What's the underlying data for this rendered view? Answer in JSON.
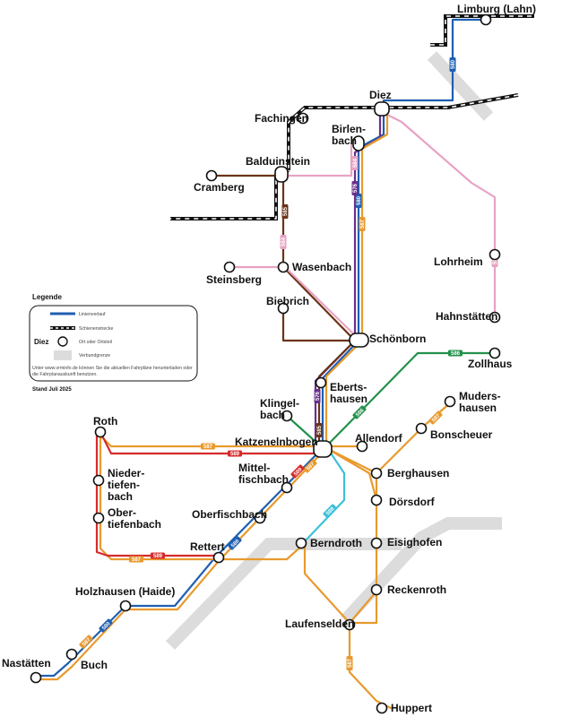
{
  "colors": {
    "grenze": "#dcdcdc",
    "l580": "#1f5fb0",
    "l584": "#e8a2c4",
    "l585": "#6b3417",
    "l586": "#23914a",
    "l587": "#e89a2e",
    "l588": "#3cc0d8",
    "l589": "#d62b2b",
    "l576": "#6a2f8a",
    "rail": "#111111"
  },
  "legend": {
    "title": "Legende",
    "items": [
      {
        "key": "linie",
        "label": "Linienverlauf"
      },
      {
        "key": "schiene",
        "label": "Schienenstrecke"
      },
      {
        "key": "ort",
        "label": "Ort oder Ortsteil",
        "prefix": "Diez"
      },
      {
        "key": "grenze",
        "label": "Verbundgrenze"
      }
    ],
    "note": [
      "Unter www.vrminfo.de können Sie die aktuellen Fahrpläne herunterladen oder",
      "die Fahrplanauskunft benutzen."
    ],
    "stand": "Stand Juli 2025"
  },
  "stations": [
    {
      "id": "limburg",
      "lines": [
        "Limburg (Lahn)"
      ]
    },
    {
      "id": "diez",
      "lines": [
        "Diez"
      ]
    },
    {
      "id": "fachingen",
      "lines": [
        "Fachingen"
      ]
    },
    {
      "id": "birlenbach",
      "lines": [
        "Birlen-",
        "bach"
      ]
    },
    {
      "id": "balduinstein",
      "lines": [
        "Balduinstein"
      ]
    },
    {
      "id": "cramberg",
      "lines": [
        "Cramberg"
      ]
    },
    {
      "id": "wasenbach",
      "lines": [
        "Wasenbach"
      ]
    },
    {
      "id": "steinsberg",
      "lines": [
        "Steinsberg"
      ]
    },
    {
      "id": "lohrheim",
      "lines": [
        "Lohrheim"
      ]
    },
    {
      "id": "biebrich",
      "lines": [
        "Biebrich"
      ]
    },
    {
      "id": "hahnstaetten",
      "lines": [
        "Hahnstätten"
      ]
    },
    {
      "id": "schoenborn",
      "lines": [
        "Schönborn"
      ]
    },
    {
      "id": "zollhaus",
      "lines": [
        "Zollhaus"
      ]
    },
    {
      "id": "ebertshausen",
      "lines": [
        "Eberts-",
        "hausen"
      ]
    },
    {
      "id": "klingelbach",
      "lines": [
        "Klingel-",
        "bach"
      ]
    },
    {
      "id": "mudershausen",
      "lines": [
        "Muders-",
        "hausen"
      ]
    },
    {
      "id": "roth",
      "lines": [
        "Roth"
      ]
    },
    {
      "id": "allendorf",
      "lines": [
        "Allendorf"
      ]
    },
    {
      "id": "bonscheuer",
      "lines": [
        "Bonscheuer"
      ]
    },
    {
      "id": "katzenelnbogen",
      "lines": [
        "Katzenelnbogen"
      ]
    },
    {
      "id": "niedertiefenbach",
      "lines": [
        "Nieder-",
        "tiefen-",
        "bach"
      ]
    },
    {
      "id": "berghausen",
      "lines": [
        "Berghausen"
      ]
    },
    {
      "id": "mittelfischbach",
      "lines": [
        "Mittel-",
        "fischbach"
      ]
    },
    {
      "id": "doersdorf",
      "lines": [
        "Dörsdorf"
      ]
    },
    {
      "id": "obertiefenbach",
      "lines": [
        "Ober-",
        "tiefenbach"
      ]
    },
    {
      "id": "oberfischbach",
      "lines": [
        "Oberfischbach"
      ]
    },
    {
      "id": "eisighofen",
      "lines": [
        "Eisighofen"
      ]
    },
    {
      "id": "berndroth",
      "lines": [
        "Berndroth"
      ]
    },
    {
      "id": "rettert",
      "lines": [
        "Rettert"
      ]
    },
    {
      "id": "reckenroth",
      "lines": [
        "Reckenroth"
      ]
    },
    {
      "id": "holzhausen",
      "lines": [
        "Holzhausen (Haide)"
      ]
    },
    {
      "id": "laufenselden",
      "lines": [
        "Laufenselden"
      ]
    },
    {
      "id": "nastaetten",
      "lines": [
        "Nastätten"
      ]
    },
    {
      "id": "buch",
      "lines": [
        "Buch"
      ]
    },
    {
      "id": "huppert",
      "lines": [
        "Huppert"
      ]
    }
  ],
  "line_badges": [
    {
      "line": "580",
      "color": "l580"
    },
    {
      "line": "584",
      "color": "l584"
    },
    {
      "line": "576",
      "color": "l576"
    },
    {
      "line": "585",
      "color": "l585"
    },
    {
      "line": "586",
      "color": "l586"
    },
    {
      "line": "587",
      "color": "l587"
    },
    {
      "line": "588",
      "color": "l588"
    },
    {
      "line": "589",
      "color": "l589"
    }
  ]
}
